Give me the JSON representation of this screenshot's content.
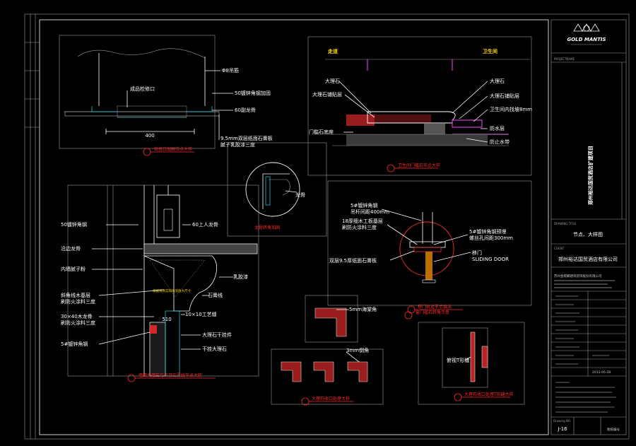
{
  "logo": {
    "brand": "GOLD MANTIS"
  },
  "title_block": {
    "project_label": "PROJECTNAME",
    "project_name": "郑州裕达国贸酒店扩建项目",
    "drawing_title_label": "DRAWING TITLE",
    "drawing_title": "节点、大样图",
    "client_label": "CLIENT",
    "client_name": "郑州裕达国贸酒店有限公司",
    "designer": "苏州金螳螂建筑装饰股份有限公司",
    "drawing_no_label": "Drawing NO.",
    "drawing_no": "J-16",
    "date": "2011-05-28",
    "sheet_label": "图纸编号"
  },
  "details": {
    "d1": {
      "callouts": [
        "Φ8吊筋",
        "成品检修口",
        "50镀锌角钢加固",
        "60副龙骨",
        "9.5mm双层纸面石膏板",
        "腻子乳胶漆三度"
      ],
      "dimension": "400",
      "title": "检修口加固节点大样"
    },
    "d2": {
      "left_zone": "走道",
      "right_zone": "卫生间",
      "callouts_left": [
        "大理石",
        "大理石铺贴层",
        "门槛石底座"
      ],
      "callouts_right": [
        "大理石",
        "大理石铺贴层",
        "卫生间内找坡8mm",
        "防水层",
        "防止水带"
      ],
      "title": "卫生间门槛石节点大样"
    },
    "d3": {
      "callout": "龙骨",
      "title": "龙骨转角加固"
    },
    "d4": {
      "callouts": [
        "5#镀锌角钢",
        "吊杆间距400mm",
        "18厚细木工板基层",
        "刷防火涂料三度",
        "双层9.5厚纸面石膏板",
        "5#镀锌角钢预埋",
        "螺丝孔间距300mm"
      ],
      "door_label": "移门",
      "door_label_en": "SLIDING DOOR",
      "title": "移门轨道节点做法"
    },
    "d5": {
      "callouts_left": [
        "50镀锌角钢",
        "沿边龙骨",
        "内墙腻子粉",
        "斜角线木基层",
        "刷防火涂料三度",
        "30×40木龙骨",
        "刷防火涂料三度",
        "5#镀锌角钢"
      ],
      "callouts_right": [
        "60上人龙骨",
        "乳胶漆",
        "石膏线",
        "10×10工艺缝",
        "大理石干挂件",
        "干挂大理石"
      ],
      "inner_note": "根据现场实际情况放大尺寸",
      "dimension": "510",
      "title": "墙面大理石与吊顶石膏线节点大样"
    },
    "d6": {
      "callout": "5mm海棠角",
      "title": "窗门槛石转角示意"
    },
    "d7": {
      "callout": "3mm倒角",
      "title": "大理石收口处理大样"
    },
    "d8": {
      "callout": "俯视T形缝",
      "title": "大理石收口处理T形缝大样"
    }
  }
}
